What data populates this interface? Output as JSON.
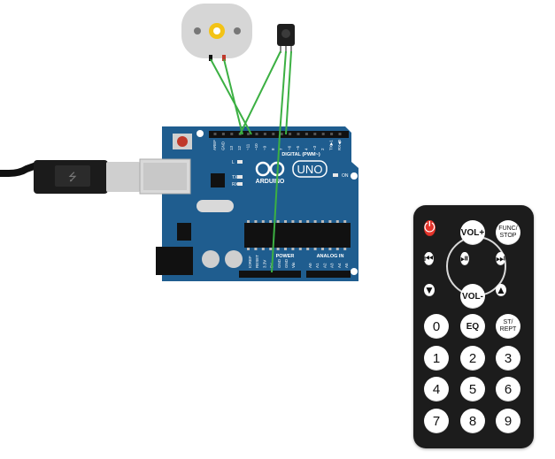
{
  "board": {
    "brand": "ARDUINO",
    "model": "UNO",
    "header_labels": [
      "AREF",
      "GND",
      "13",
      "12",
      "~11",
      "~10",
      "~9",
      "8",
      "7",
      "~6",
      "~5",
      "4",
      "~3",
      "2",
      "TX▶1",
      "RX◀0"
    ],
    "digital_label": "DIGITAL (PWM~)",
    "power_label": "POWER",
    "analog_label": "ANALOG IN",
    "power_pins": [
      "IOREF",
      "RESET",
      "3.3V",
      "5V",
      "GND",
      "GND",
      "Vin"
    ],
    "analog_pins": [
      "A0",
      "A1",
      "A2",
      "A3",
      "A4",
      "A5"
    ],
    "led_labels": [
      "L",
      "TX",
      "RX"
    ],
    "on_label": "ON"
  },
  "remote": {
    "buttons": [
      {
        "id": "power",
        "label": "⏻",
        "style": "power"
      },
      {
        "id": "vol_up",
        "label": "VOL+",
        "style": "small"
      },
      {
        "id": "func_stop",
        "label": "FUNC/\nSTOP",
        "style": "tiny"
      },
      {
        "id": "prev",
        "label": "⏮",
        "style": "icon"
      },
      {
        "id": "play_pause",
        "label": "⏯",
        "style": "icon"
      },
      {
        "id": "next",
        "label": "⏭",
        "style": "icon"
      },
      {
        "id": "down",
        "label": "▼",
        "style": "icon"
      },
      {
        "id": "vol_down",
        "label": "VOL-",
        "style": "small"
      },
      {
        "id": "up",
        "label": "▲",
        "style": "icon"
      },
      {
        "id": "zero",
        "label": "0",
        "style": "num"
      },
      {
        "id": "eq",
        "label": "EQ",
        "style": "small"
      },
      {
        "id": "st_rept",
        "label": "ST/\nREPT",
        "style": "tiny"
      },
      {
        "id": "one",
        "label": "1",
        "style": "num"
      },
      {
        "id": "two",
        "label": "2",
        "style": "num"
      },
      {
        "id": "three",
        "label": "3",
        "style": "num"
      },
      {
        "id": "four",
        "label": "4",
        "style": "num"
      },
      {
        "id": "five",
        "label": "5",
        "style": "num"
      },
      {
        "id": "six",
        "label": "6",
        "style": "num"
      },
      {
        "id": "seven",
        "label": "7",
        "style": "num"
      },
      {
        "id": "eight",
        "label": "8",
        "style": "num"
      },
      {
        "id": "nine",
        "label": "9",
        "style": "num"
      }
    ]
  },
  "colors": {
    "board": "#1f5d8f",
    "wire": "#3cb043",
    "remote_body": "#1c1c1c",
    "power_button": "#e5352c",
    "motor_body": "#d6d6d6"
  }
}
